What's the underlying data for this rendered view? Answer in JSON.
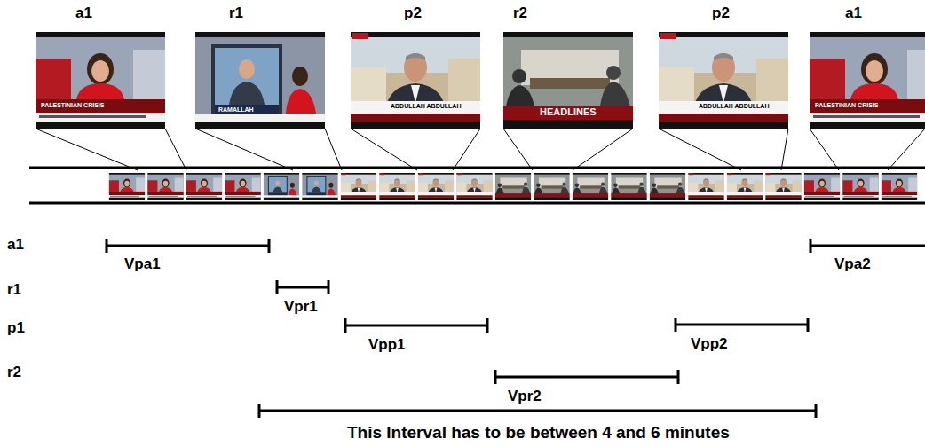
{
  "diagram": {
    "labels": [
      "a1",
      "r1",
      "p2",
      "r2",
      "p2",
      "a1",
      "PALESTINIAN CRISIS",
      "RAMALLAH",
      "ABDULLAH ABDULLAH",
      "HEADLINES",
      "ABDULLAH ABDULLAH",
      "PALESTINIAN CRISIS",
      "a1",
      "r1",
      "p1",
      "r2",
      "Vpa1",
      "Vpr1",
      "Vpp1",
      "Vpr2",
      "Vpp2",
      "Vpa2",
      "This Interval has to be between 4 and 6 minutes"
    ]
  }
}
